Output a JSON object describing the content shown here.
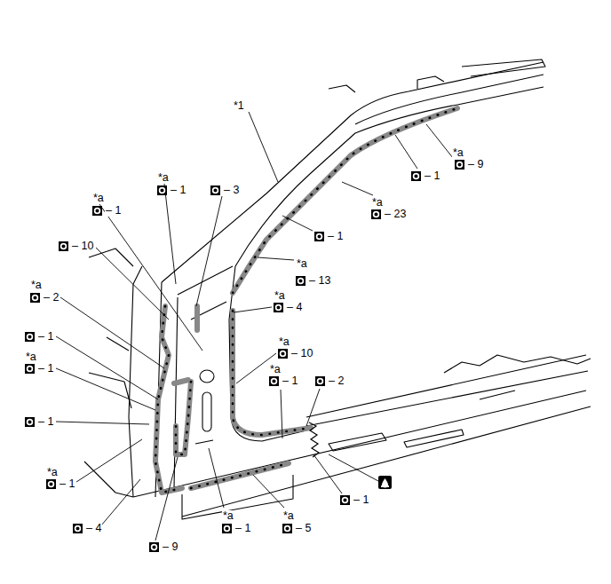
{
  "diagram": {
    "labels": [
      "*a",
      "– 9",
      "– 1",
      "*a",
      "– 23",
      "– 1",
      "*a",
      "– 13",
      "*a",
      "– 4",
      "*1",
      "*a",
      "– 1",
      "– 3",
      "*a",
      "– 1",
      "– 10",
      "*a",
      "– 2",
      "– 1",
      "*a",
      "– 1",
      "– 1",
      "*a",
      "– 1",
      "– 4",
      "– 9",
      "*a",
      "– 1",
      "*a",
      "– 5",
      "– 1",
      "*a",
      "– 1",
      "– 2",
      "*a",
      "– 10"
    ]
  }
}
